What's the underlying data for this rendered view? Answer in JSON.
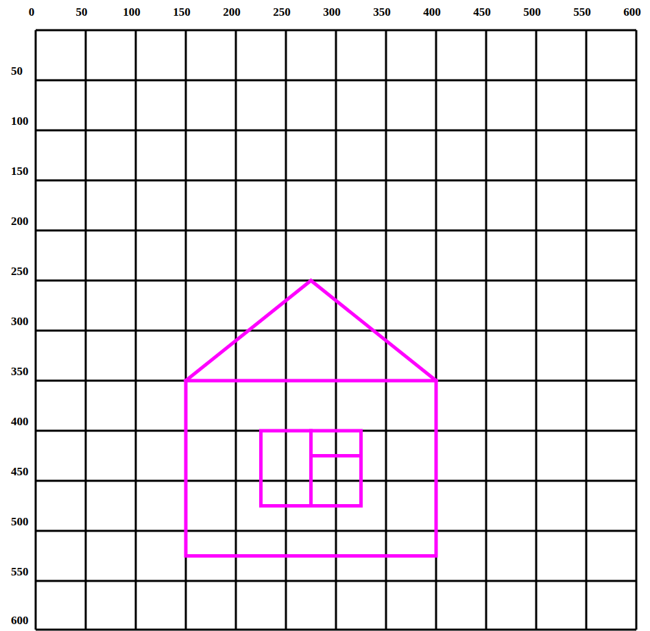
{
  "diagram": {
    "labels": [
      "0",
      "50",
      "100",
      "150",
      "200",
      "250",
      "300",
      "350",
      "400",
      "450",
      "500",
      "550",
      "600",
      "50",
      "100",
      "150",
      "200",
      "250",
      "300",
      "350",
      "400",
      "450",
      "500",
      "550",
      "600"
    ]
  }
}
